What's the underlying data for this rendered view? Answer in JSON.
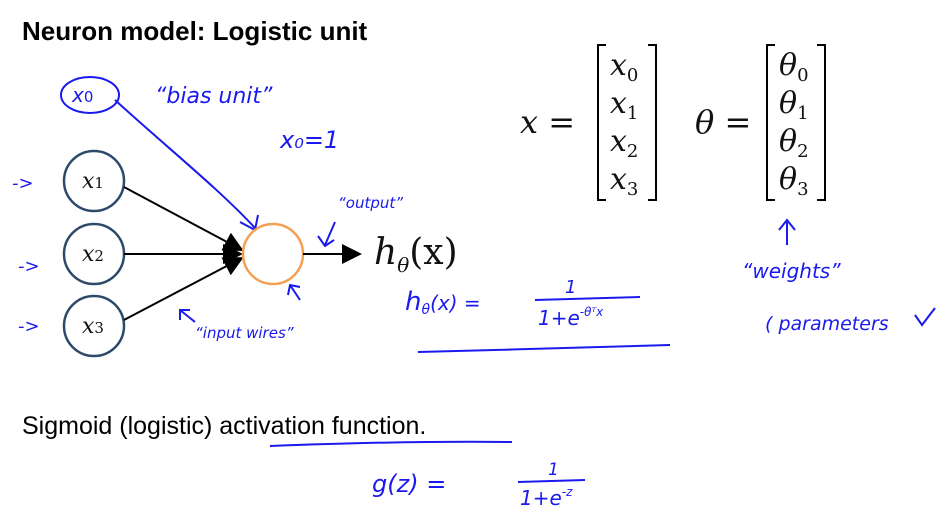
{
  "slide": {
    "title": "Neuron model: Logistic unit",
    "caption": "Sigmoid (logistic) activation function."
  },
  "nodes": {
    "bias": {
      "var": "x",
      "sub": "0"
    },
    "inputs": [
      {
        "var": "x",
        "sub": "1"
      },
      {
        "var": "x",
        "sub": "2"
      },
      {
        "var": "x",
        "sub": "3"
      }
    ],
    "output_label": {
      "func": "h",
      "sub": "θ",
      "arg": "(x)"
    }
  },
  "vectors": {
    "x": {
      "name": "x =",
      "entries": [
        {
          "v": "x",
          "s": "0"
        },
        {
          "v": "x",
          "s": "1"
        },
        {
          "v": "x",
          "s": "2"
        },
        {
          "v": "x",
          "s": "3"
        }
      ]
    },
    "theta": {
      "name": "θ =",
      "entries": [
        {
          "v": "θ",
          "s": "0"
        },
        {
          "v": "θ",
          "s": "1"
        },
        {
          "v": "θ",
          "s": "2"
        },
        {
          "v": "θ",
          "s": "3"
        }
      ]
    }
  },
  "annotations": {
    "bias_unit": "“bias unit”",
    "x0_eq": "x₀=1",
    "output": "“output”",
    "input_wires": "“input wires”",
    "hypothesis_lhs": "h",
    "hypothesis_sub": "θ",
    "hypothesis_arg": "(x) =",
    "hypothesis_num": "1",
    "hypothesis_den": "1+e",
    "hypothesis_exp": "-θᵀx",
    "weights": "“weights”",
    "parameters": "( parameters",
    "g_lhs": "g(z) =",
    "g_num": "1",
    "g_den": "1+e",
    "g_exp": "-z",
    "input_arrow": "->"
  },
  "colors": {
    "ink": "#1a1aee",
    "node": "#2e4a6b",
    "neuron": "#f4a052"
  }
}
